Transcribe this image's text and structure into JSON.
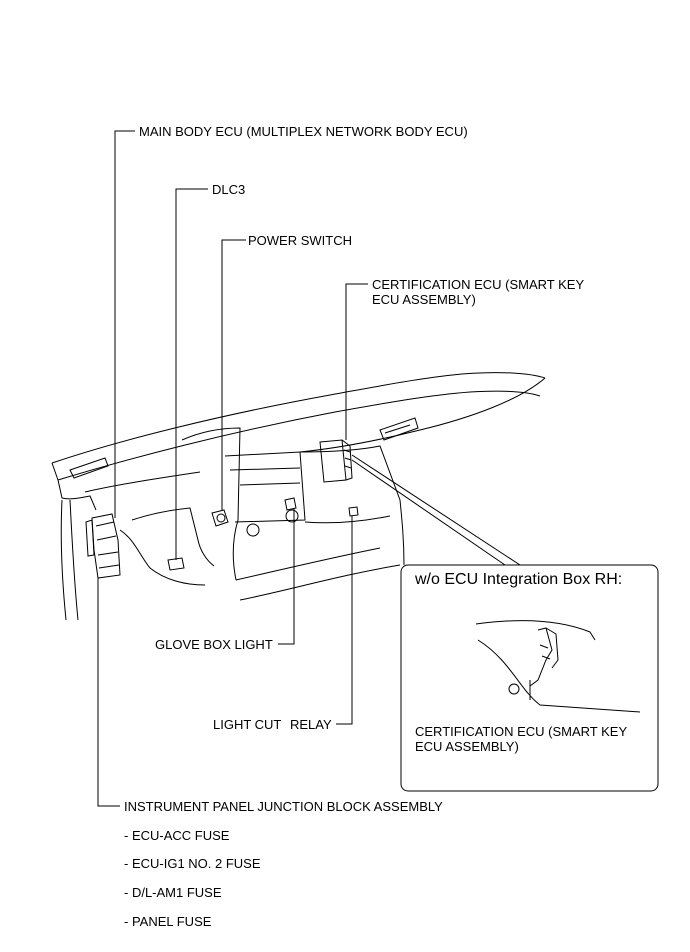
{
  "labels": {
    "main_body_ecu": "MAIN BODY ECU (MULTIPLEX NETWORK BODY ECU)",
    "dlc3": "DLC3",
    "power_switch": "POWER SWITCH",
    "certification_ecu_line1": "CERTIFICATION ECU (SMART KEY",
    "certification_ecu_line2": "ECU ASSEMBLY)",
    "glove_box_light": "GLOVE BOX LIGHT",
    "light_cut_relay_a": "LIGHT CUT",
    "light_cut_relay_b": "RELAY",
    "junction_block": "INSTRUMENT PANEL JUNCTION BLOCK ASSEMBLY"
  },
  "fuses": [
    "- ECU-ACC FUSE",
    "- ECU-IG1 NO. 2 FUSE",
    "- D/L-AM1 FUSE",
    "- PANEL FUSE"
  ],
  "inset": {
    "title": "w/o ECU Integration Box RH:",
    "caption_line1": "CERTIFICATION ECU (SMART KEY",
    "caption_line2": "ECU ASSEMBLY)"
  }
}
